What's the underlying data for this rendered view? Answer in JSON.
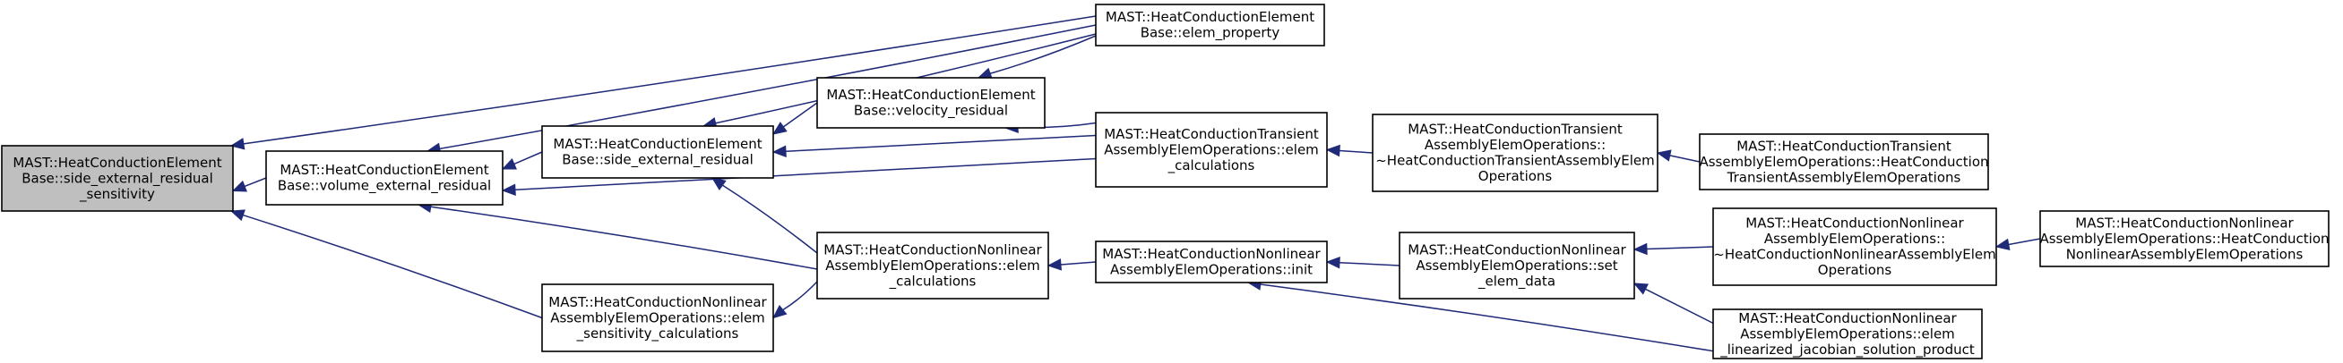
{
  "nodes": [
    {
      "id": "n1",
      "lines": [
        "MAST::HeatConductionElement",
        "Base::side_external_residual",
        "_sensitivity"
      ]
    },
    {
      "id": "n2",
      "lines": [
        "MAST::HeatConductionElement",
        "Base::volume_external_residual"
      ]
    },
    {
      "id": "n3",
      "lines": [
        "MAST::HeatConductionNonlinear",
        "AssemblyElemOperations::elem",
        "_sensitivity_calculations"
      ]
    },
    {
      "id": "n4",
      "lines": [
        "MAST::HeatConductionElement",
        "Base::side_external_residual"
      ]
    },
    {
      "id": "n5",
      "lines": [
        "MAST::HeatConductionElement",
        "Base::velocity_residual"
      ]
    },
    {
      "id": "n6",
      "lines": [
        "MAST::HeatConductionNonlinear",
        "AssemblyElemOperations::elem",
        "_calculations"
      ]
    },
    {
      "id": "n7",
      "lines": [
        "MAST::HeatConductionElement",
        "Base::elem_property"
      ]
    },
    {
      "id": "n8",
      "lines": [
        "MAST::HeatConductionTransient",
        "AssemblyElemOperations::elem",
        "_calculations"
      ]
    },
    {
      "id": "n9",
      "lines": [
        "MAST::HeatConductionNonlinear",
        "AssemblyElemOperations::init"
      ]
    },
    {
      "id": "n10",
      "lines": [
        "MAST::HeatConductionTransient",
        "AssemblyElemOperations::",
        "~HeatConductionTransientAssemblyElem",
        "Operations"
      ]
    },
    {
      "id": "n11",
      "lines": [
        "MAST::HeatConductionNonlinear",
        "AssemblyElemOperations::set",
        "_elem_data"
      ]
    },
    {
      "id": "n12",
      "lines": [
        "MAST::HeatConductionTransient",
        "AssemblyElemOperations::HeatConduction",
        "TransientAssemblyElemOperations"
      ]
    },
    {
      "id": "n13",
      "lines": [
        "MAST::HeatConductionNonlinear",
        "AssemblyElemOperations::",
        "~HeatConductionNonlinearAssemblyElem",
        "Operations"
      ]
    },
    {
      "id": "n14",
      "lines": [
        "MAST::HeatConductionNonlinear",
        "AssemblyElemOperations::elem",
        "_linearized_jacobian_solution_product"
      ]
    },
    {
      "id": "n15",
      "lines": [
        "MAST::HeatConductionNonlinear",
        "AssemblyElemOperations::HeatConduction",
        "NonlinearAssemblyElemOperations"
      ]
    }
  ],
  "edges": [
    {
      "from": "n2",
      "to": "n1"
    },
    {
      "from": "n7",
      "to": "n1"
    },
    {
      "from": "n3",
      "to": "n1"
    },
    {
      "from": "n4",
      "to": "n2"
    },
    {
      "from": "n7",
      "to": "n2"
    },
    {
      "from": "n8",
      "to": "n2"
    },
    {
      "from": "n6",
      "to": "n2"
    },
    {
      "from": "n5",
      "to": "n4"
    },
    {
      "from": "n7",
      "to": "n4"
    },
    {
      "from": "n8",
      "to": "n4"
    },
    {
      "from": "n6",
      "to": "n4"
    },
    {
      "from": "n6",
      "to": "n3"
    },
    {
      "from": "n7",
      "to": "n5"
    },
    {
      "from": "n8",
      "to": "n5"
    },
    {
      "from": "n9",
      "to": "n6"
    },
    {
      "from": "n10",
      "to": "n8"
    },
    {
      "from": "n11",
      "to": "n9"
    },
    {
      "from": "n14",
      "to": "n9"
    },
    {
      "from": "n12",
      "to": "n10"
    },
    {
      "from": "n13",
      "to": "n11"
    },
    {
      "from": "n14",
      "to": "n11"
    },
    {
      "from": "n15",
      "to": "n13"
    }
  ]
}
